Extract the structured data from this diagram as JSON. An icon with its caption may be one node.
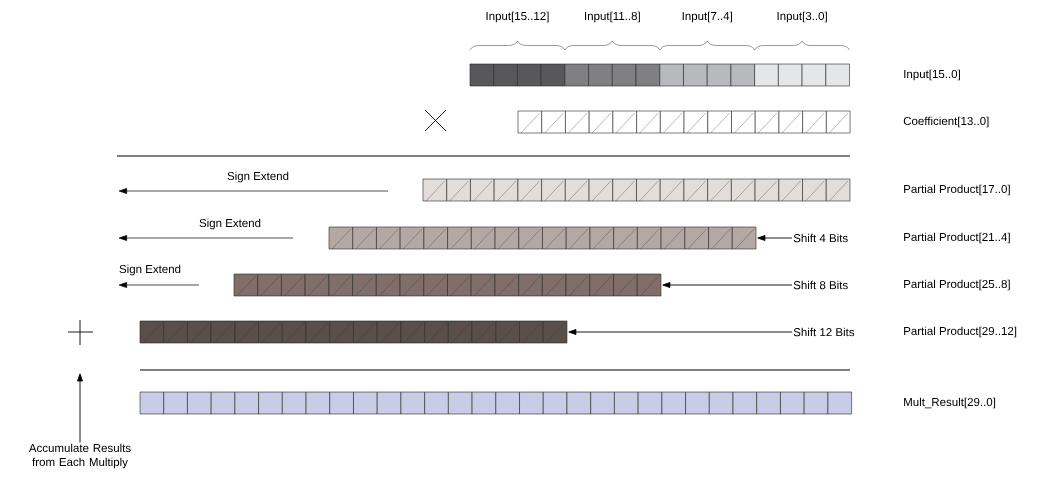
{
  "diagram": {
    "nodes": [
      {
        "text": [],
        "shape": "bar"
      },
      {
        "text": [],
        "shape": "bar"
      },
      {
        "text": [],
        "shape": "bar"
      },
      {
        "text": [],
        "shape": "bar"
      },
      {
        "text": [],
        "shape": "bar"
      },
      {
        "text": [],
        "shape": "bar"
      },
      {
        "text": [],
        "shape": "bar"
      },
      {
        "text": [
          "Shift 4 Bits"
        ]
      },
      {
        "text": [
          "Shift 8 Bits"
        ]
      },
      {
        "text": [
          "Shift 12 Bits"
        ]
      },
      {
        "text": [
          "Accumulate Results from Each Multiply"
        ]
      }
    ],
    "edges": [
      {
        "from": 7,
        "to": 3,
        "arrow": "to"
      },
      {
        "from": 8,
        "to": 4,
        "arrow": "to"
      },
      {
        "from": 9,
        "to": 5,
        "arrow": "to"
      },
      {
        "from": 10,
        "to": null,
        "arrow": "to"
      }
    ],
    "labels": [
      "Input[15..12]",
      "Input[11..8]",
      "Input[7..4]",
      "Input[3..0]",
      "Input[15..0]",
      "Coefficient[13..0]",
      "Sign Extend",
      "Partial Product[17..0]",
      "Sign Extend",
      "Partial Product[21..4]",
      "Sign Extend",
      "Partial Product[25..8]",
      "Partial Product[29..12]",
      "Mult_Result[29..0]"
    ]
  }
}
